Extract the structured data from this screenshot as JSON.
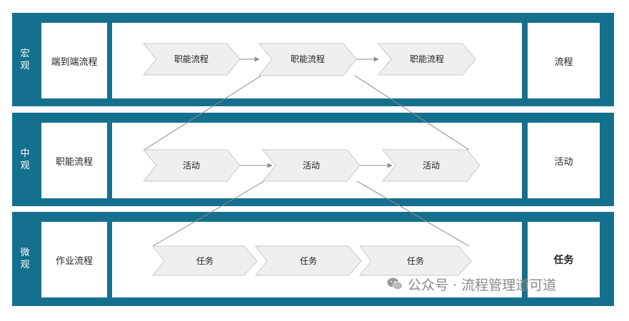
{
  "colors": {
    "band": "#15708e",
    "chevron_fill": "#efefef",
    "chevron_stroke": "#c9c9c9",
    "connector": "#8c8c8c"
  },
  "rows": [
    {
      "level": "宏观",
      "left_label": "端到端流程",
      "right_label": "流程",
      "chevrons": [
        "职能流程",
        "职能流程",
        "职能流程"
      ]
    },
    {
      "level": "中观",
      "left_label": "职能流程",
      "right_label": "活动",
      "chevrons": [
        "活动",
        "活动",
        "活动"
      ]
    },
    {
      "level": "微观",
      "left_label": "作业流程",
      "right_label": "任务",
      "chevrons": [
        "任务",
        "任务",
        "任务"
      ]
    }
  ],
  "watermark": {
    "text": "公众号 · 流程管理道可道",
    "icon": "wechat-icon"
  }
}
